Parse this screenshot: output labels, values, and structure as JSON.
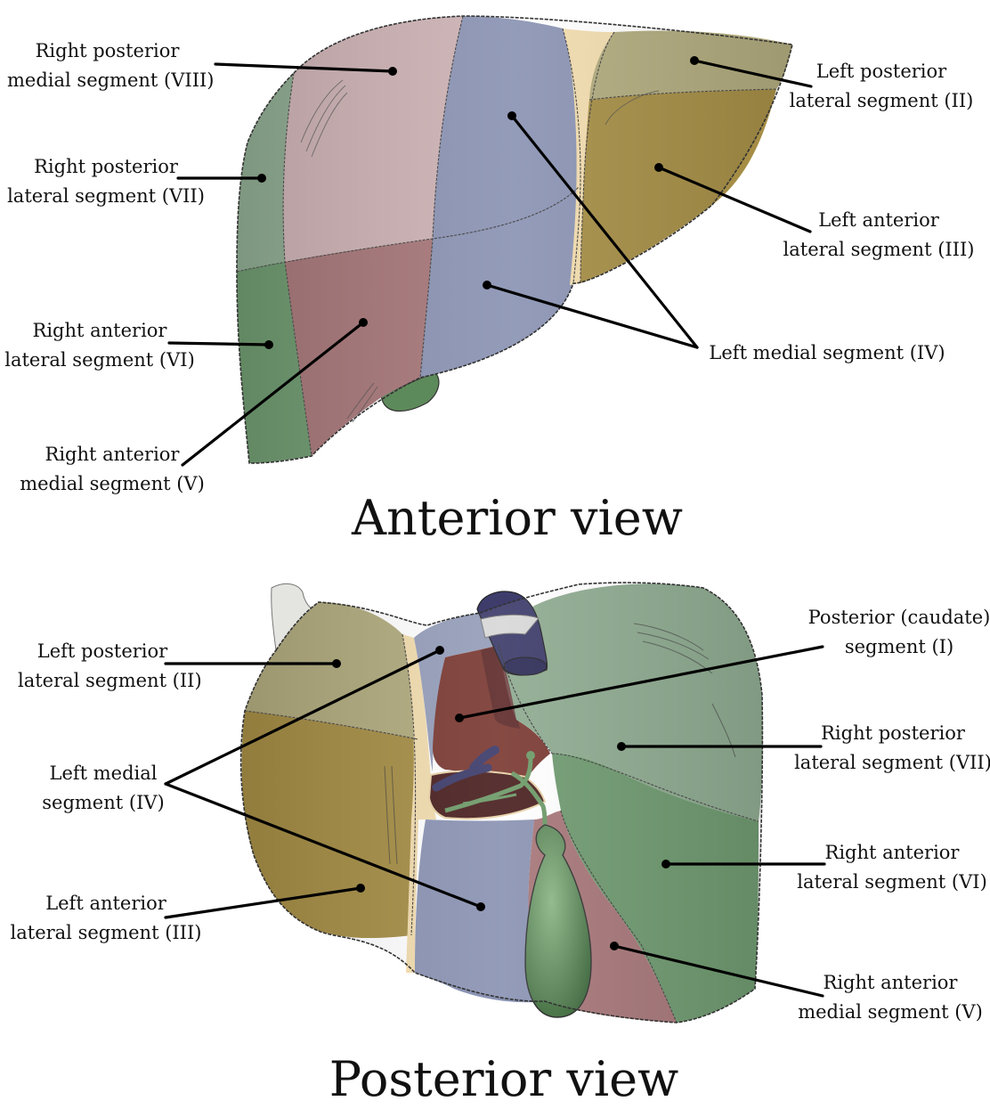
{
  "anterior": {
    "title": "Anterior view",
    "labels": {
      "rpm_viii": [
        "Right posterior",
        "medial segment (VIII)"
      ],
      "rpl_vii": [
        "Right posterior",
        "lateral segment (VII)"
      ],
      "ral_vi": [
        "Right anterior",
        "lateral segment (VI)"
      ],
      "ram_v": [
        "Right anterior",
        "medial segment (V)"
      ],
      "lpl_ii": [
        "Left posterior",
        "lateral segment (II)"
      ],
      "lal_iii": [
        "Left anterior",
        "lateral segment (III)"
      ],
      "lm_iv": [
        "Left medial segment (IV)"
      ]
    }
  },
  "posterior": {
    "title": "Posterior view",
    "labels": {
      "lpl_ii": [
        "Left posterior",
        "lateral segment (II)"
      ],
      "lm_iv": [
        "Left medial",
        "segment (IV)"
      ],
      "lal_iii": [
        "Left anterior",
        "lateral segment (III)"
      ],
      "caudate_i": [
        "Posterior (caudate)",
        "segment (I)"
      ],
      "rpl_vii": [
        "Right posterior",
        "lateral segment (VII)"
      ],
      "ral_vi": [
        "Right anterior",
        "lateral segment (VI)"
      ],
      "ram_v": [
        "Right anterior",
        "medial segment (V)"
      ]
    }
  },
  "colors": {
    "segment_viii": "#cdb2b4",
    "segment_vii": "#8fab91",
    "segment_vi": "#6f9a70",
    "segment_v": "#a77779",
    "segment_iv": "#8a93b3",
    "segment_ii": "#b0aa7d",
    "segment_iii": "#a58d45",
    "segment_i": "#7b3a33",
    "ligament": "#f2dcae",
    "gallbladder": "#5d8a5a",
    "ivc": "#3d3c6b",
    "outline": "#333333"
  }
}
